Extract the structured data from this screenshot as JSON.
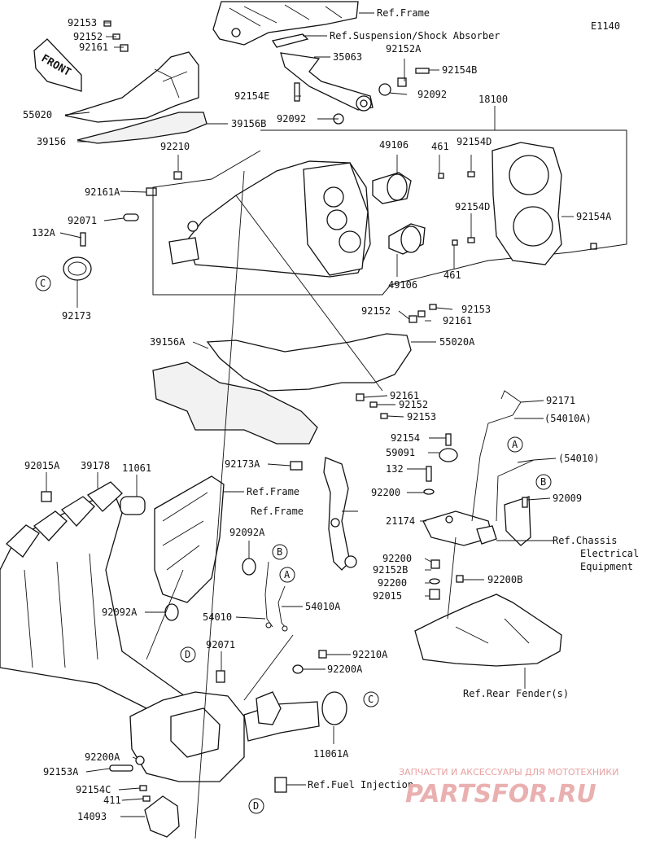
{
  "diagram_id": "E1140",
  "labels": {
    "ref_frame_top": "Ref.Frame",
    "ref_susp": "Ref.Suspension/Shock Absorber",
    "p35063": "35063",
    "p92153_tl": "92153",
    "p92152_tl": "92152",
    "p92161_tl": "92161",
    "p55020": "55020",
    "p39156": "39156",
    "p39156B": "39156B",
    "p92152A": "92152A",
    "p92154B": "92154B",
    "p92154E": "92154E",
    "p92092_a": "92092",
    "p92092_b": "92092",
    "p18100": "18100",
    "p49106_top": "49106",
    "p461_top": "461",
    "p92154D_top": "92154D",
    "p92210": "92210",
    "p92161A": "92161A",
    "p92071_top": "92071",
    "p132A": "132A",
    "p92173": "92173",
    "p92154D_mid": "92154D",
    "p92154A": "92154A",
    "p49106_bot": "49106",
    "p461_bot": "461",
    "p92152_mid": "92152",
    "p92153_mid": "92153",
    "p92161_mid": "92161",
    "p55020A": "55020A",
    "p39156A": "39156A",
    "p92161_low": "92161",
    "p92152_low": "92152",
    "p92153_low": "92153",
    "p92171": "92171",
    "p54010A_paren": "(54010A)",
    "p92154": "92154",
    "p59091": "59091",
    "p54010_paren": "(54010)",
    "p132": "132",
    "p92200_r1": "92200",
    "p92009": "92009",
    "p21174": "21174",
    "ref_chassis1": "Ref.Chassis",
    "ref_chassis2": "Electrical",
    "ref_chassis3": "Equipment",
    "p92200_r2": "92200",
    "p92152B": "92152B",
    "p92200_r3": "92200",
    "p92015": "92015",
    "p92200B": "92200B",
    "ref_rear_fender": "Ref.Rear Fender(s)",
    "p92015A": "92015A",
    "p39178": "39178",
    "p11061": "11061",
    "p92173A": "92173A",
    "ref_frame_mid1": "Ref.Frame",
    "ref_frame_mid2": "Ref.Frame",
    "p92092A_top": "92092A",
    "p92092A_low": "92092A",
    "p54010": "54010",
    "p54010A": "54010A",
    "p92071_low": "92071",
    "p92210A": "92210A",
    "p92200A_r": "92200A",
    "p92200A_l": "92200A",
    "p11061A": "11061A",
    "p92153A": "92153A",
    "p92154C": "92154C",
    "p411": "411",
    "p14093": "14093",
    "ref_fuel": "Ref.Fuel Injection",
    "front": "FRONT"
  },
  "callouts": {
    "A": "A",
    "B": "B",
    "C": "C",
    "D": "D"
  },
  "watermark": {
    "tagline": "ЗАПЧАСТИ И АКСЕССУАРЫ ДЛЯ МОТОТЕХНИКИ",
    "brand": "PARTSFOR.RU",
    "color": "#e8a0a0"
  }
}
